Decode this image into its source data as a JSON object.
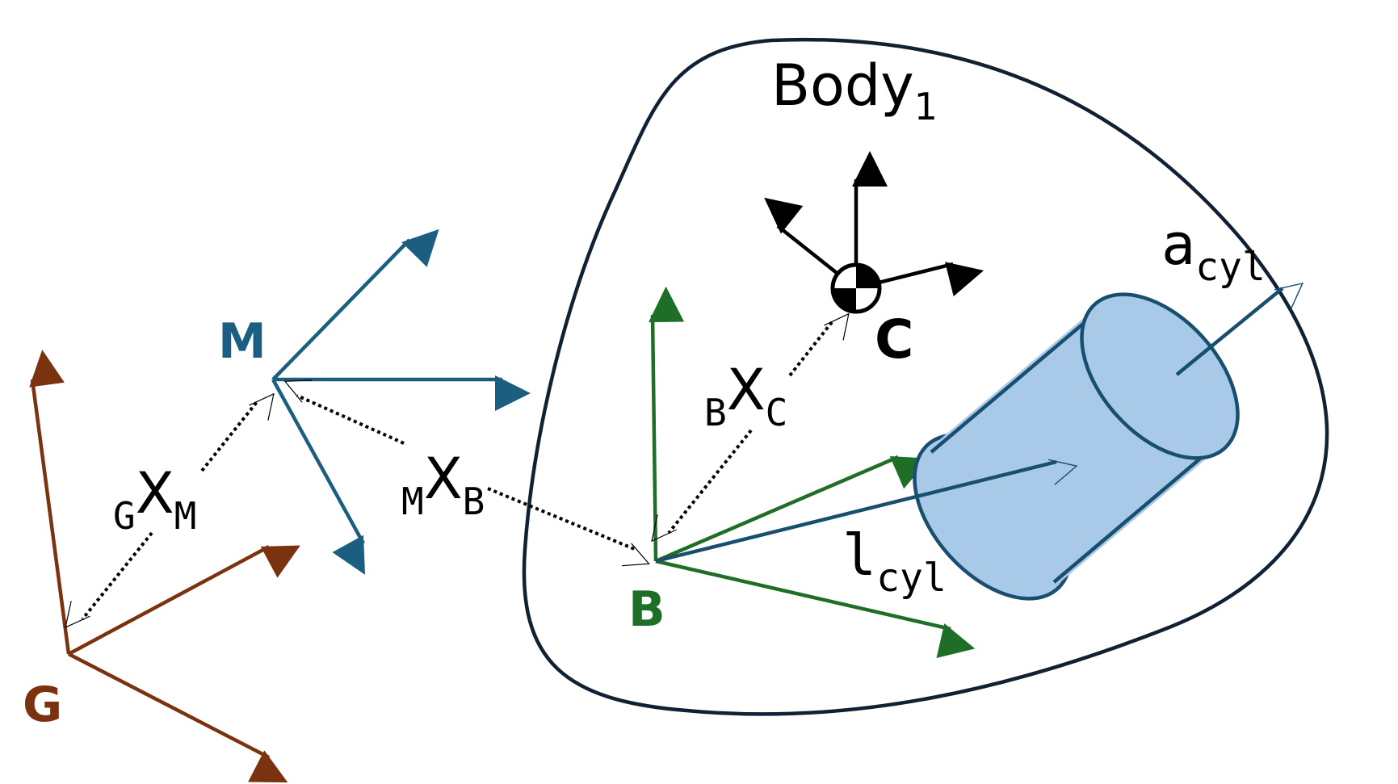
{
  "colors": {
    "outline": "#0f2133",
    "frame_g": "#7b330f",
    "frame_m": "#1b5e82",
    "frame_b": "#1f6e27",
    "frame_c": "#000000",
    "cylinder_fill": "#a8c9e8",
    "cylinder_stroke": "#184e6e",
    "dotted": "#000000"
  },
  "icons": {
    "com_marker": "center-of-mass-icon"
  },
  "body": {
    "name": "Body",
    "subscript": "1"
  },
  "frames": {
    "g": {
      "label": "G"
    },
    "m": {
      "label": "M"
    },
    "b": {
      "label": "B"
    },
    "c": {
      "label": "C"
    }
  },
  "transforms": {
    "g_m": {
      "left": "G",
      "main": "X",
      "right": "M"
    },
    "m_b": {
      "left": "M",
      "main": "X",
      "right": "B"
    },
    "b_c": {
      "left": "B",
      "main": "X",
      "right": "C"
    }
  },
  "cylinder": {
    "axis_label": {
      "main": "a",
      "sub": "cyl"
    },
    "length_label": {
      "main": "l",
      "sub": "cyl"
    }
  }
}
